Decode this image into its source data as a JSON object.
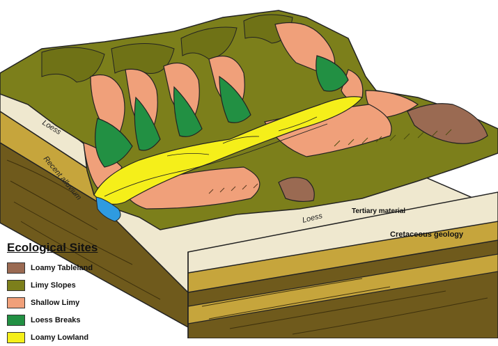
{
  "labels": {
    "loess_upper": "Loess",
    "recent_alluvium": "Recent alluvium",
    "loess_lower": "Loess",
    "tertiary": "Tertiary material",
    "cretaceous": "Cretaceous geology"
  },
  "legend": {
    "title": "Ecological Sites",
    "items": [
      {
        "label": "Loamy Tableland",
        "color": "#9a6a52"
      },
      {
        "label": "Limy Slopes",
        "color": "#7c7f1b"
      },
      {
        "label": "Shallow Limy",
        "color": "#f0a07a"
      },
      {
        "label": "Loess Breaks",
        "color": "#229043"
      },
      {
        "label": "Loamy Lowland",
        "color": "#f5ef1a"
      }
    ]
  },
  "colors": {
    "loamy_tableland": "#9a6a52",
    "limy_slopes": "#7c7f1b",
    "shallow_limy": "#f0a07a",
    "loess_breaks": "#229043",
    "loamy_lowland": "#f5ef1a",
    "loess_layer": "#efe8cf",
    "tertiary_layer": "#c6a53c",
    "cretaceous_layer": "#6f5a1c",
    "water": "#2f9be0"
  }
}
